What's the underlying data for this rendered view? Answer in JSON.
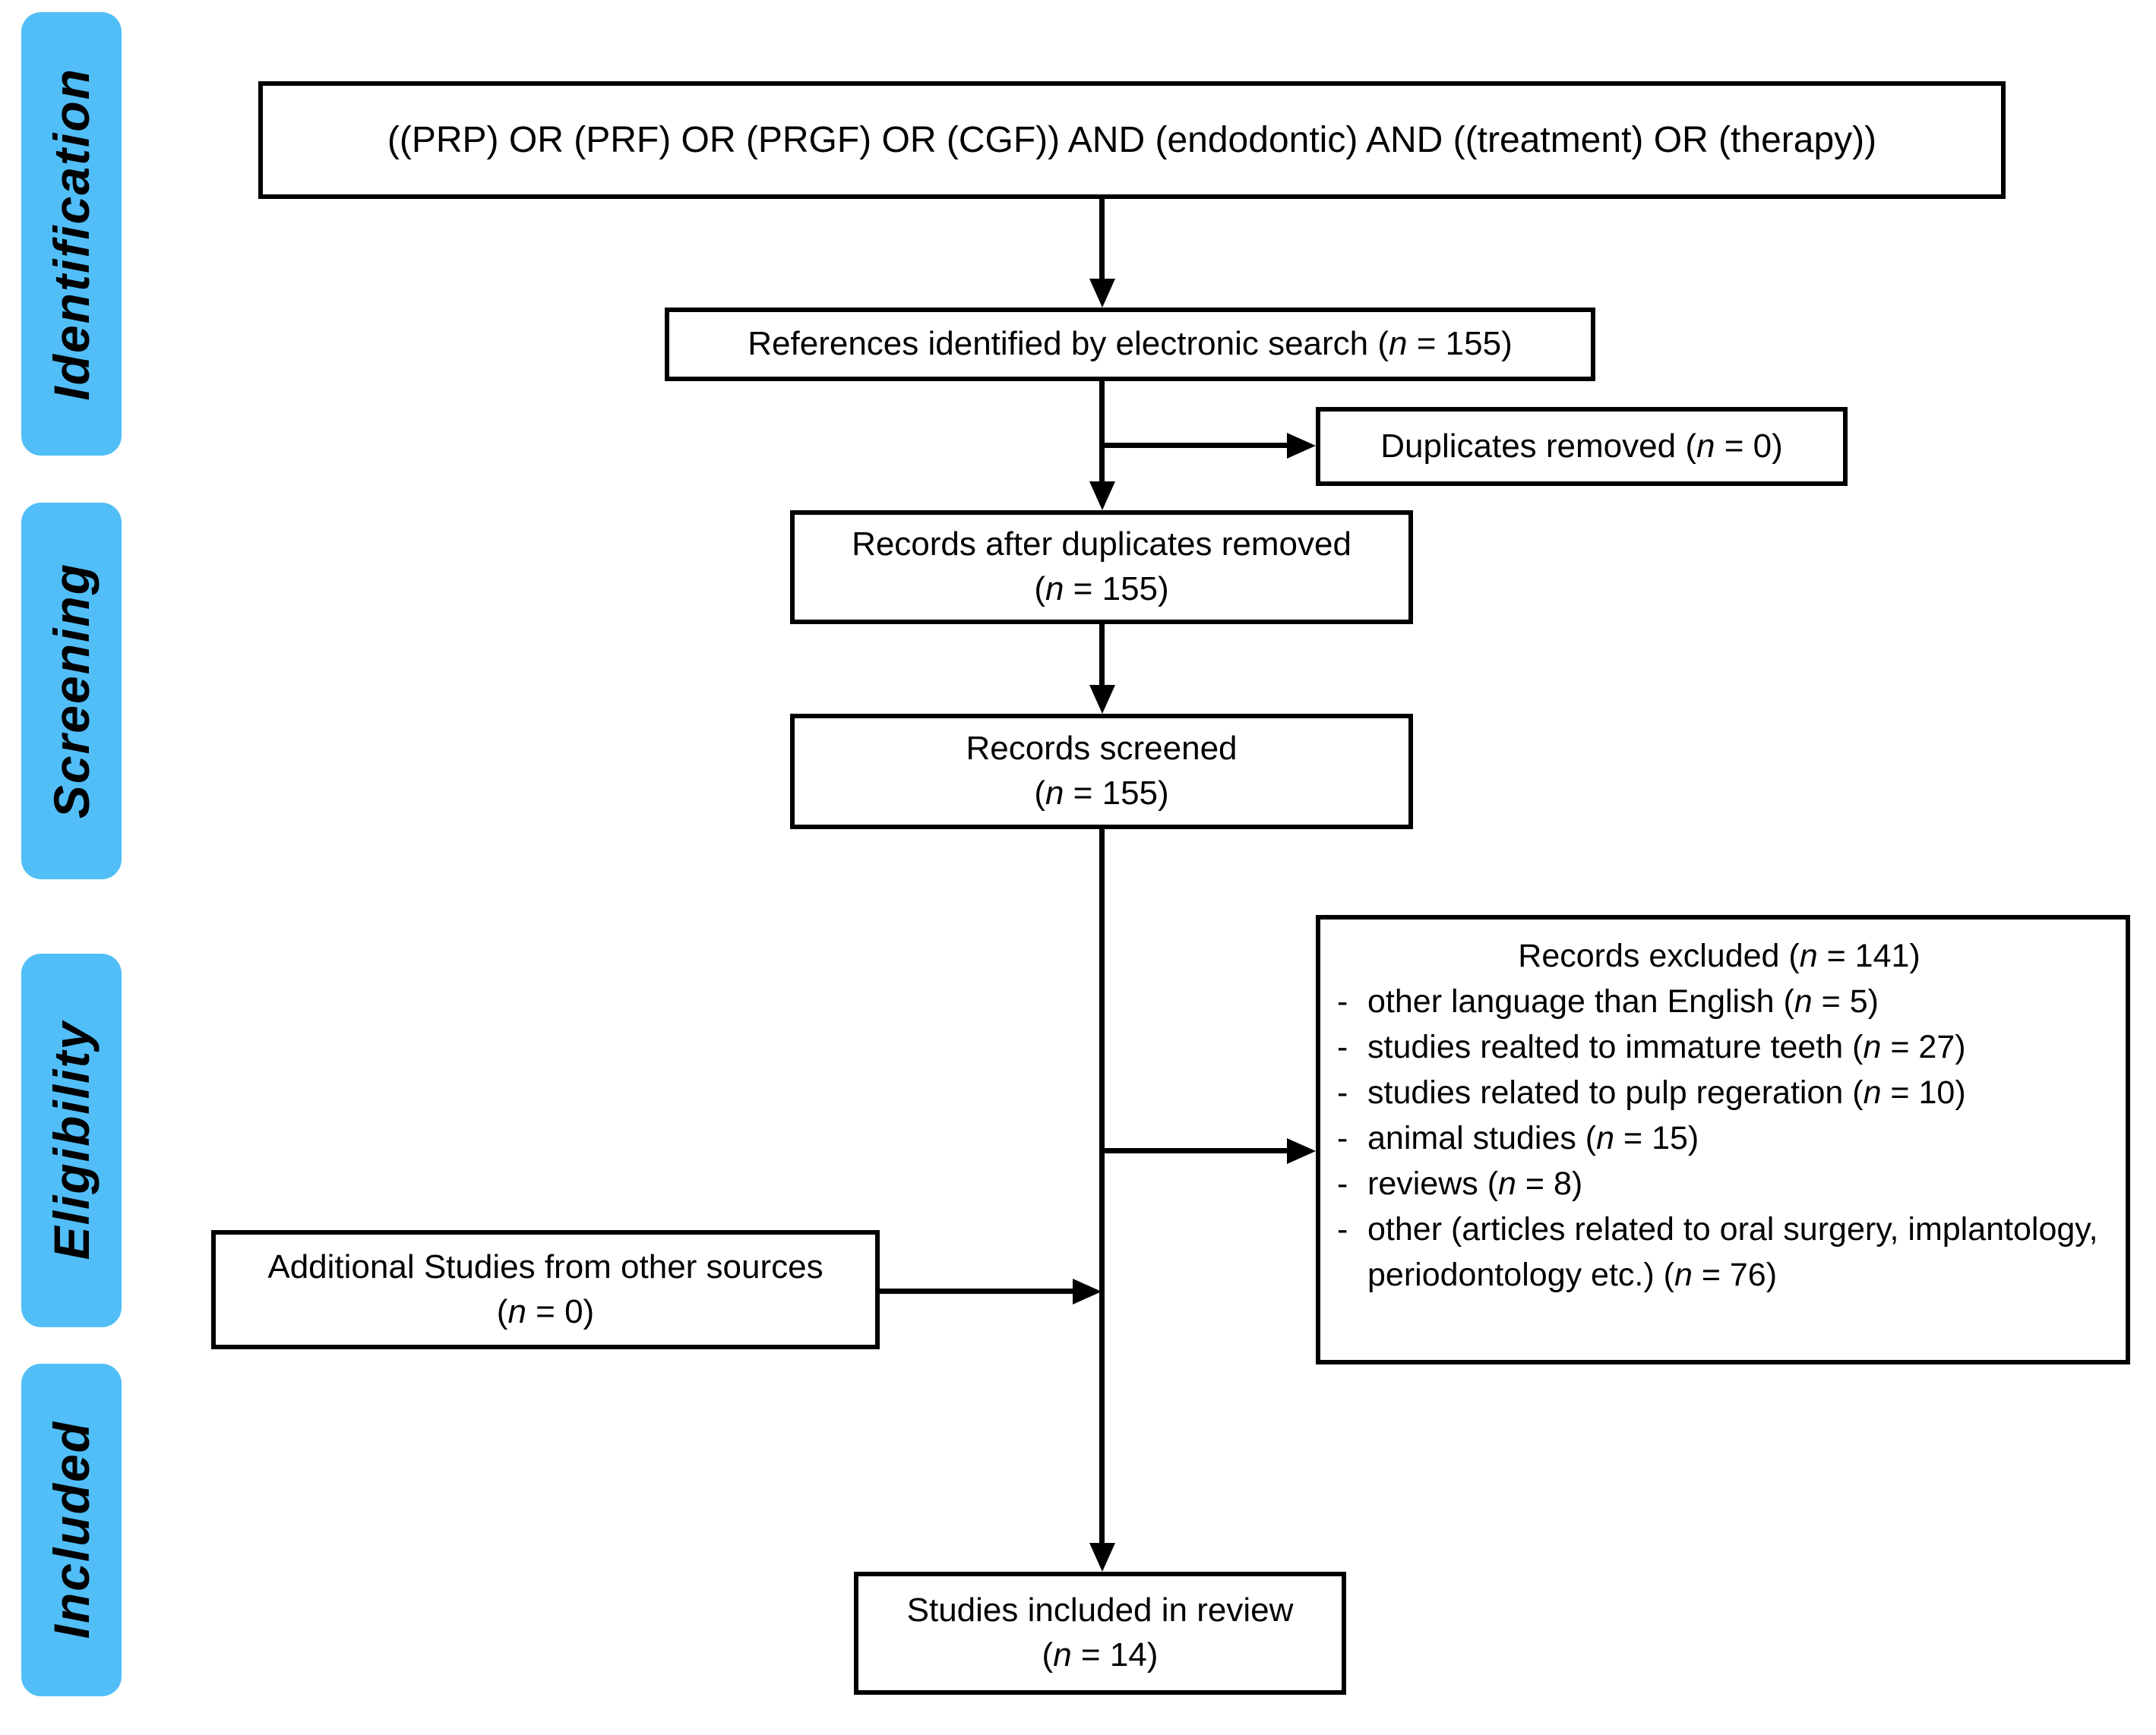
{
  "colors": {
    "stage_fill": "#51BEF7",
    "stage_text": "#000000",
    "box_border": "#000000",
    "arrow": "#000000",
    "page_bg": "#ffffff"
  },
  "sidebar": {
    "items": [
      {
        "label": "Identification"
      },
      {
        "label": "Screening"
      },
      {
        "label": "Eligibility"
      },
      {
        "label": "Included"
      }
    ]
  },
  "boxes": {
    "query": {
      "label": "((PRP) OR (PRF) OR (PRGF) OR (CGF)) AND (endodontic) AND ((treatment) OR (therapy))"
    },
    "references": {
      "label": "References identified by electronic search (n = 155)"
    },
    "duplicates": {
      "label": "Duplicates removed (n = 0)"
    },
    "after_duplicates": {
      "label": "Records after duplicates removed\n(n = 155)"
    },
    "screened": {
      "label": "Records screened\n(n = 155)"
    },
    "excluded": {
      "title": "Records excluded (n = 141)",
      "bullet": "-",
      "items": [
        {
          "label": "other language than English (n = 5)"
        },
        {
          "label": "studies realted to immature teeth (n = 27)"
        },
        {
          "label": "studies related to pulp regeration (n = 10)"
        },
        {
          "label": "animal studies (n = 15)"
        },
        {
          "label": "reviews (n = 8)"
        },
        {
          "label": "other (articles related to oral surgery, implantology, periodontology etc.) (n = 76)"
        }
      ]
    },
    "additional": {
      "label": "Additional Studies from other sources\n(n = 0)"
    },
    "included": {
      "label": "Studies included in review\n(n = 14)"
    }
  }
}
